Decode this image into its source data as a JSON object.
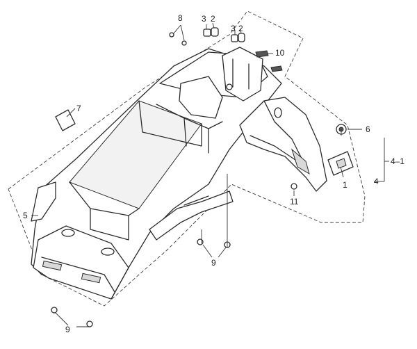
{
  "callouts": {
    "c1": "1",
    "c2a": "2",
    "c2b": "2",
    "c3a": "3",
    "c3b": "3",
    "c4": "4",
    "c4_1": "4–1",
    "c5": "5",
    "c6": "6",
    "c7": "7",
    "c8": "8",
    "c9a": "9",
    "c9b": "9",
    "c10": "10",
    "c11": "11"
  }
}
